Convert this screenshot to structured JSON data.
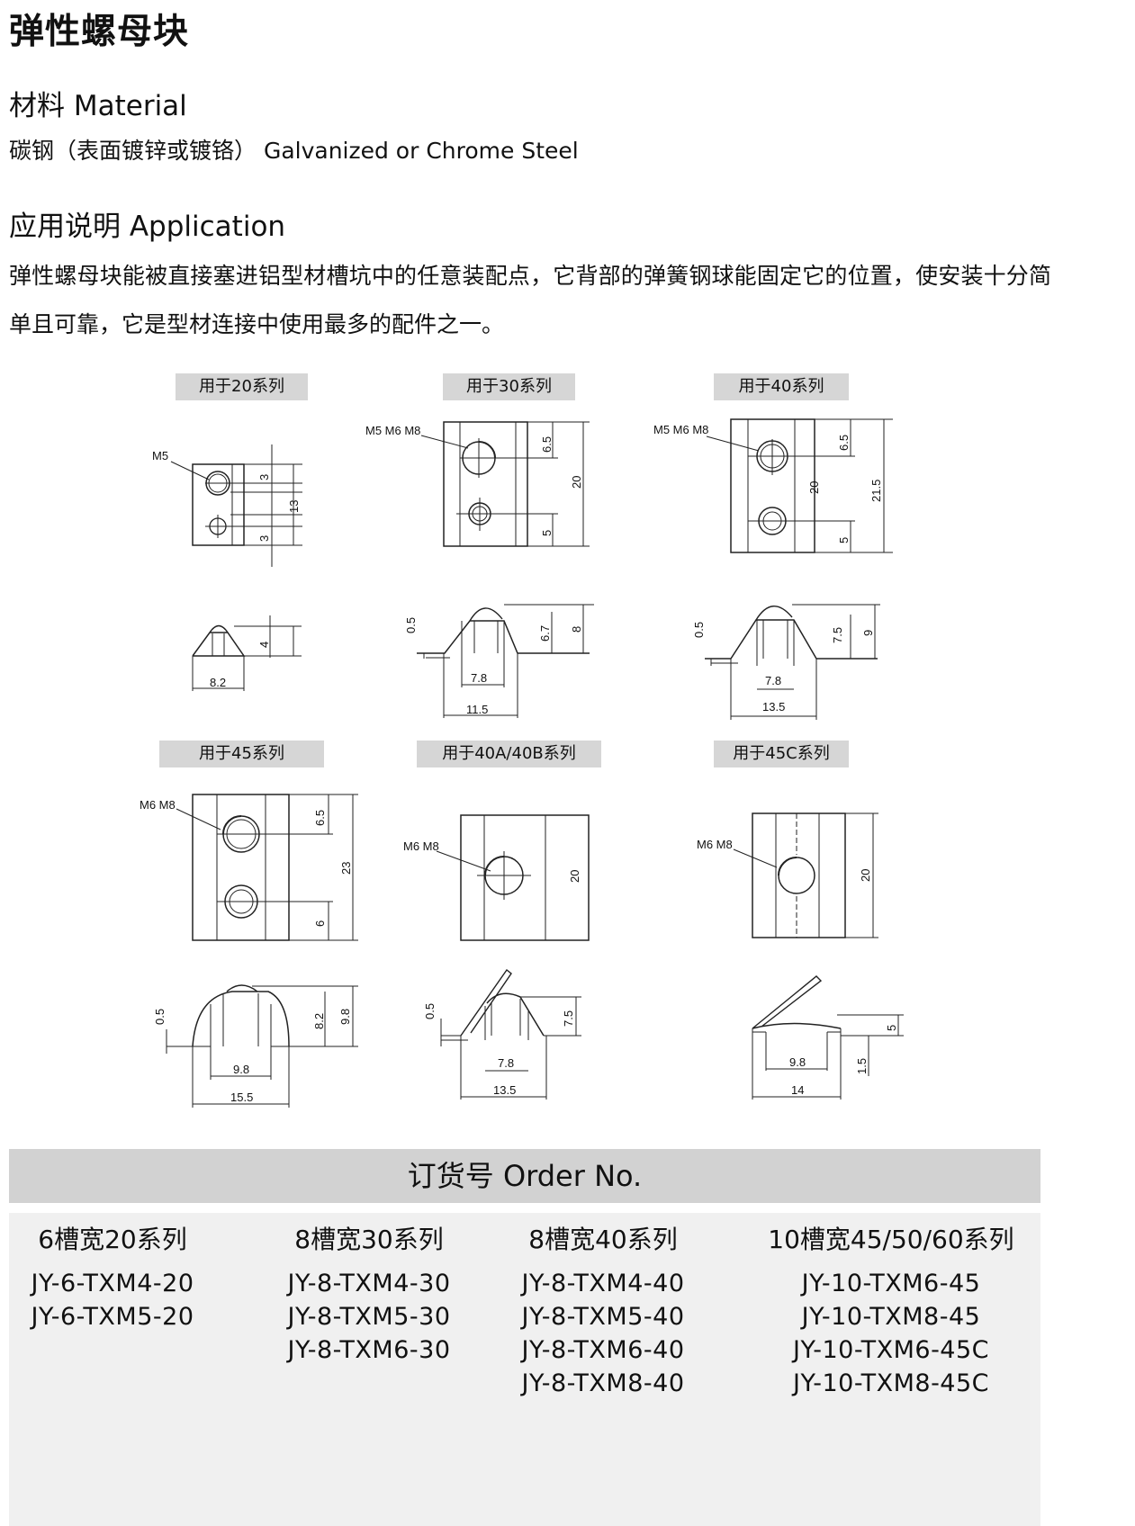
{
  "title": "弹性螺母块",
  "material": {
    "heading": "材料 Material",
    "text": "碳钢（表面镀锌或镀铬） Galvanized or Chrome Steel"
  },
  "application": {
    "heading": "应用说明 Application",
    "text": "弹性螺母块能被直接塞进铝型材槽坑中的任意装配点，它背部的弹簧钢球能固定它的位置，使安装十分简单且可靠，它是型材连接中使用最多的配件之一。"
  },
  "diagrams": {
    "s20": {
      "caption": "用于20系列",
      "top": {
        "thread": "M5",
        "d_top": "3",
        "d_bottom": "3",
        "height": "13"
      },
      "side": {
        "height": "4",
        "width": "8.2"
      }
    },
    "s30": {
      "caption": "用于30系列",
      "top": {
        "thread": "M5 M6 M8",
        "d_top": "6.5",
        "d_bottom": "5",
        "height": "20"
      },
      "side": {
        "thickness": "0.5",
        "h1": "6.7",
        "h2": "8",
        "inner": "7.8",
        "outer": "11.5"
      }
    },
    "s40": {
      "caption": "用于40系列",
      "top": {
        "thread": "M5 M6 M8",
        "d_top": "6.5",
        "d_mid": "20",
        "d_bottom": "5",
        "height": "21.5"
      },
      "side": {
        "thickness": "0.5",
        "h1": "7.5",
        "h2": "9",
        "inner": "7.8",
        "outer": "13.5"
      }
    },
    "s45": {
      "caption": "用于45系列",
      "top": {
        "thread": "M6 M8",
        "d_top": "6.5",
        "d_bottom": "6",
        "height": "23"
      },
      "side": {
        "thickness": "0.5",
        "h1": "8.2",
        "h2": "9.8",
        "inner": "9.8",
        "outer": "15.5"
      }
    },
    "s40ab": {
      "caption": "用于40A/40B系列",
      "top": {
        "thread": "M6 M8",
        "height": "20"
      },
      "side": {
        "thickness": "0.5",
        "h1": "7.5",
        "inner": "7.8",
        "outer": "13.5"
      }
    },
    "s45c": {
      "caption": "用于45C系列",
      "top": {
        "thread": "M6 M8",
        "height": "20"
      },
      "side": {
        "h1": "5",
        "h2": "1.5",
        "inner": "9.8",
        "outer": "14"
      }
    }
  },
  "order": {
    "heading": "订货号 Order No.",
    "columns": [
      {
        "title": "6槽宽20系列",
        "items": [
          "JY-6-TXM4-20",
          "JY-6-TXM5-20"
        ]
      },
      {
        "title": "8槽宽30系列",
        "items": [
          "JY-8-TXM4-30",
          "JY-8-TXM5-30",
          "JY-8-TXM6-30"
        ]
      },
      {
        "title": "8槽宽40系列",
        "items": [
          "JY-8-TXM4-40",
          "JY-8-TXM5-40",
          "JY-8-TXM6-40",
          "JY-8-TXM8-40"
        ]
      },
      {
        "title": "10槽宽45/50/60系列",
        "items": [
          "JY-10-TXM6-45",
          "JY-10-TXM8-45",
          "JY-10-TXM6-45C",
          "JY-10-TXM8-45C"
        ]
      }
    ]
  }
}
